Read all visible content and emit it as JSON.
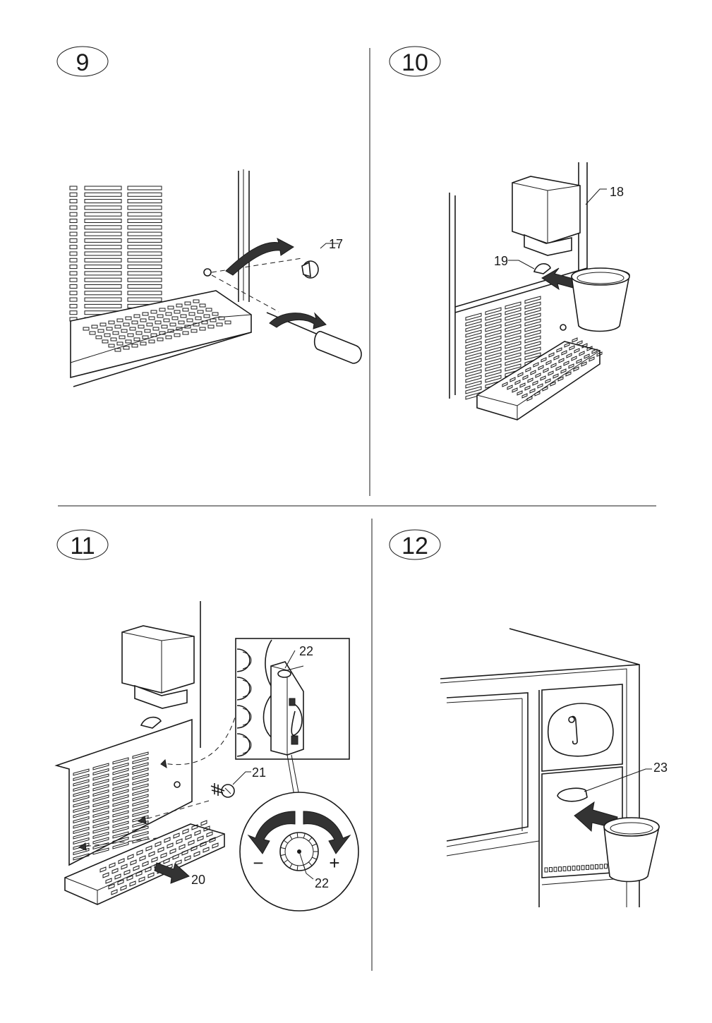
{
  "steps": [
    {
      "number": "9",
      "callouts": [
        "17"
      ]
    },
    {
      "number": "10",
      "callouts": [
        "18",
        "19"
      ]
    },
    {
      "number": "11",
      "callouts": [
        "20",
        "21",
        "22",
        "22"
      ],
      "dial": {
        "minus": "−",
        "plus": "+"
      }
    },
    {
      "number": "12",
      "callouts": [
        "23"
      ]
    }
  ],
  "icons": {
    "arrow": "curved-arrow-icon",
    "tool": "screwdriver-icon",
    "cup": "cup-icon",
    "thermostat": "thermostat-dial-icon"
  }
}
